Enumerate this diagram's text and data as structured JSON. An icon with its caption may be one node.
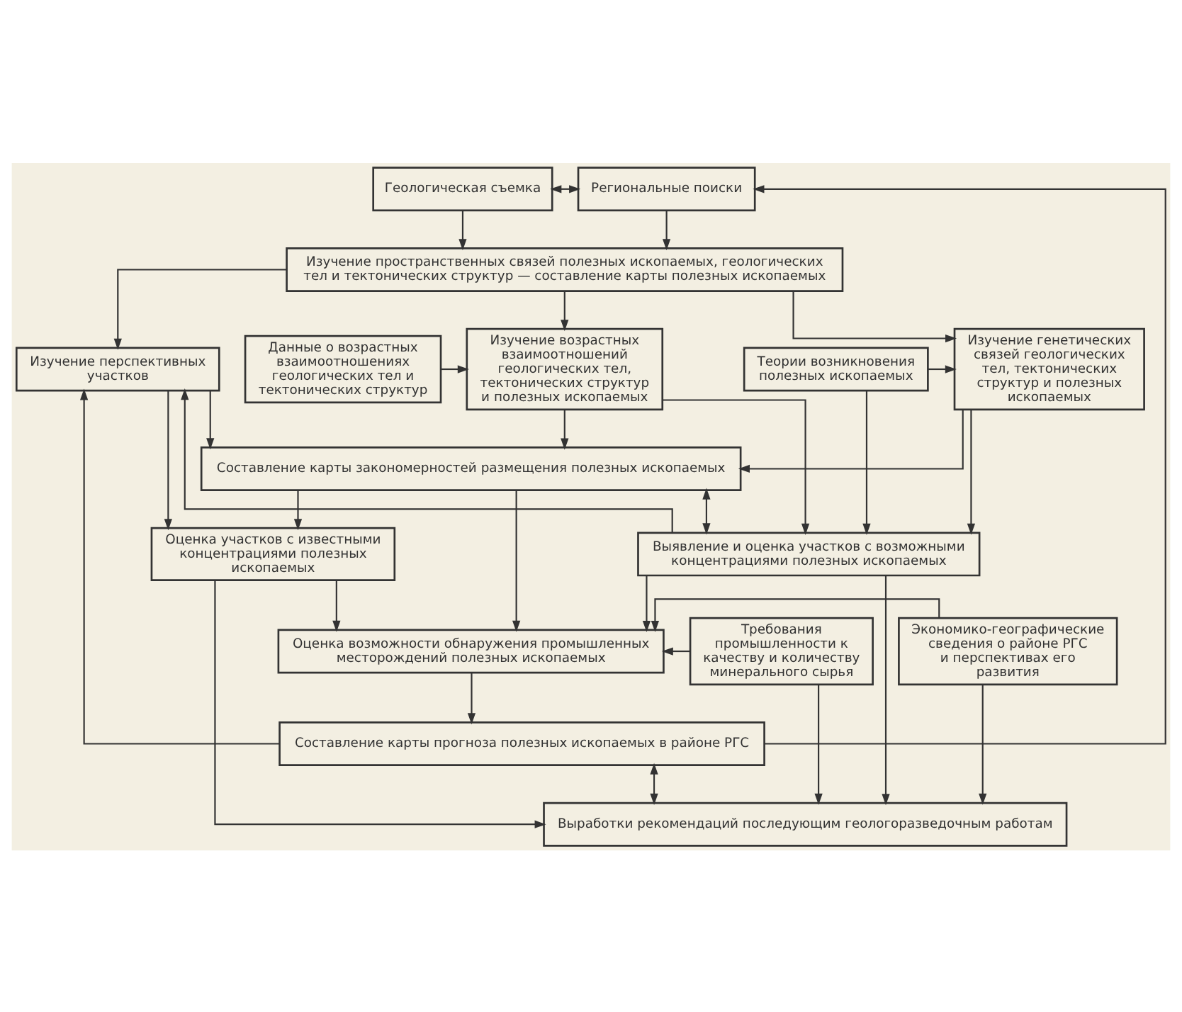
{
  "diagram": {
    "nodes": [
      {
        "text": [
          "Геологическая съемка"
        ]
      },
      {
        "text": [
          "Региональные поиски"
        ]
      },
      {
        "text": [
          "Изучение пространственных связей полезных ископаемых, геологических тел и тектонических структур — составление карты полезных ископаемых"
        ]
      },
      {
        "text": [
          "Данные о возрастных взаимоотношениях геологических тел и тектонических структур"
        ]
      },
      {
        "text": [
          "Изучение возрастных взаимоотношений геологических тел, тектонических структур и полезных ископаемых"
        ]
      },
      {
        "text": [
          "Изучение перспективных участков"
        ]
      },
      {
        "text": [
          "Изучение генетических связей геологических тел, тектонических структур и полезных ископаемых"
        ]
      },
      {
        "text": [
          "Теории возникновения полезных ископаемых"
        ]
      },
      {
        "text": [
          "Составление карты закономерностей размещения полезных ископаемых"
        ]
      },
      {
        "text": [
          "Оценка участков с известными концентрациями полезных ископаемых"
        ]
      },
      {
        "text": [
          "Выявление и оценка участков с возможными концентрациями полезных ископаемых"
        ]
      },
      {
        "text": [
          "Требования промышленности к качеству и количеству минерального сырья"
        ]
      },
      {
        "text": [
          "Оценка возможности обнаружения промышленных месторождений полезных ископаемых"
        ]
      },
      {
        "text": [
          "Экономико-географические сведения о районе РГС и перспективах его развития"
        ]
      },
      {
        "text": [
          "Составление карты прогноза полезных ископаемых в районе РГС"
        ]
      },
      {
        "text": [
          "Выработки рекомендаций последующим геологоразведочным работам"
        ]
      }
    ],
    "edges": [
      {
        "from": 0,
        "to": 1,
        "arrow": "both"
      },
      {
        "from": 0,
        "to": 2,
        "arrow": "to"
      },
      {
        "from": 1,
        "to": 2,
        "arrow": "to"
      },
      {
        "from": 2,
        "to": 4,
        "arrow": "to"
      },
      {
        "from": 2,
        "to": 5,
        "arrow": "to"
      },
      {
        "from": 2,
        "to": 6,
        "arrow": "to"
      },
      {
        "from": 3,
        "to": 4,
        "arrow": "to"
      },
      {
        "from": 7,
        "to": 6,
        "arrow": "to"
      },
      {
        "from": 4,
        "to": 8,
        "arrow": "to"
      },
      {
        "from": 5,
        "to": 8,
        "arrow": "to"
      },
      {
        "from": 6,
        "to": 8,
        "arrow": "to"
      },
      {
        "from": 4,
        "to": 10,
        "arrow": "to"
      },
      {
        "from": 5,
        "to": 9,
        "arrow": "to"
      },
      {
        "from": 8,
        "to": 9,
        "arrow": "to"
      },
      {
        "from": 8,
        "to": 10,
        "arrow": "both"
      },
      {
        "from": 6,
        "to": 10,
        "arrow": "to"
      },
      {
        "from": 7,
        "to": 10,
        "arrow": "to"
      },
      {
        "from": 10,
        "to": 5,
        "arrow": "to"
      },
      {
        "from": 8,
        "to": 12,
        "arrow": "to"
      },
      {
        "from": 9,
        "to": 12,
        "arrow": "to"
      },
      {
        "from": 10,
        "to": 12,
        "arrow": "to"
      },
      {
        "from": 11,
        "to": 12,
        "arrow": "to"
      },
      {
        "from": 13,
        "to": 12,
        "arrow": "to"
      },
      {
        "from": 12,
        "to": 14,
        "arrow": "to"
      },
      {
        "from": 14,
        "to": 15,
        "arrow": "both"
      },
      {
        "from": 9,
        "to": 15,
        "arrow": "to"
      },
      {
        "from": 11,
        "to": 15,
        "arrow": "to"
      },
      {
        "from": 10,
        "to": 15,
        "arrow": "to"
      },
      {
        "from": 13,
        "to": 15,
        "arrow": "to"
      },
      {
        "from": 14,
        "to": 5,
        "arrow": "to"
      },
      {
        "from": 14,
        "to": 1,
        "arrow": "to"
      }
    ]
  }
}
